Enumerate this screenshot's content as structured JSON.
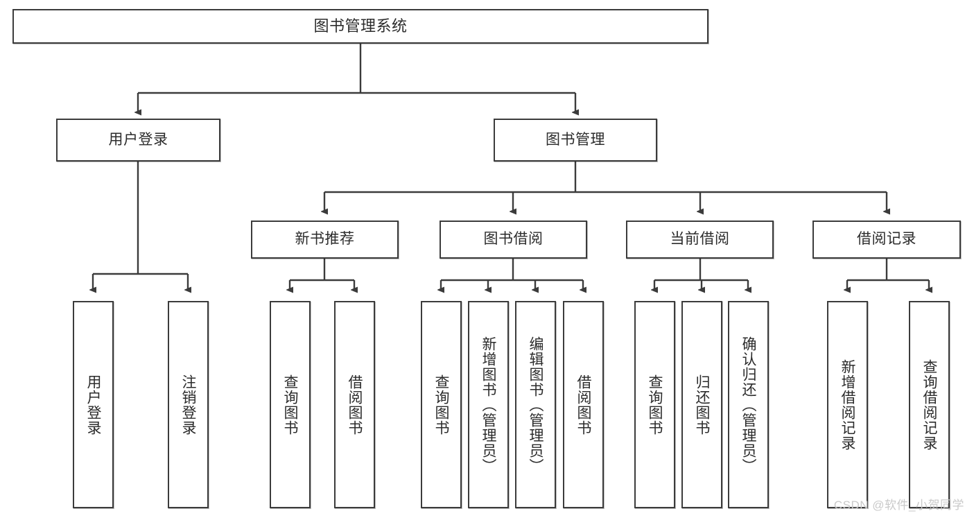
{
  "diagram": {
    "title": "图书管理系统",
    "type": "tree-hierarchy-diagram",
    "watermark": "CSDN @软件_小贺同学",
    "colors": {
      "box_border": "#3b3b3b",
      "box_fill": "#ffffff",
      "connector": "#3b3b3b",
      "text": "#2b2b2b",
      "watermark": "#c9c9c9",
      "background": "#ffffff"
    },
    "root": {
      "label": "图书管理系统"
    },
    "level2": [
      {
        "label": "用户登录"
      },
      {
        "label": "图书管理"
      }
    ],
    "level3": [
      {
        "label": "新书推荐"
      },
      {
        "label": "图书借阅"
      },
      {
        "label": "当前借阅"
      },
      {
        "label": "借阅记录"
      }
    ],
    "leaves_user_login": [
      {
        "label": "用户登录"
      },
      {
        "label": "注销登录"
      }
    ],
    "leaves_new_book": [
      {
        "label": "查询图书"
      },
      {
        "label": "借阅图书"
      }
    ],
    "leaves_borrow": [
      {
        "label": "查询图书"
      },
      {
        "label": "新增图书（管理员）"
      },
      {
        "label": "编辑图书（管理员）"
      },
      {
        "label": "借阅图书"
      }
    ],
    "leaves_current": [
      {
        "label": "查询图书"
      },
      {
        "label": "归还图书"
      },
      {
        "label": "确认归还（管理员）"
      }
    ],
    "leaves_record": [
      {
        "label": "新增借阅记录"
      },
      {
        "label": "查询借阅记录"
      }
    ]
  }
}
